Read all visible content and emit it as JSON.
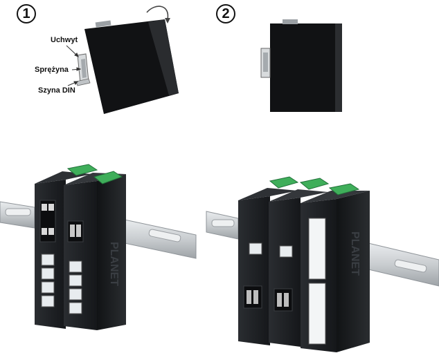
{
  "step1": {
    "number": "1",
    "labels": {
      "bracket": "Uchwyt",
      "spring": "Sprężyna",
      "rail": "Szyna DIN"
    }
  },
  "step2": {
    "number": "2"
  },
  "products": {
    "left_group": {
      "brand": "PLANET",
      "device_count": 2
    },
    "right_group": {
      "brand": "PLANET",
      "device_count": 3
    }
  },
  "colors": {
    "device_body": "#1b1d20",
    "din_rail": "#cfd3d6",
    "terminal_block": "#3fae5a",
    "port": "#e8ecef",
    "arrow": "#444444"
  },
  "icons": [
    "rotate-arrow-icon",
    "pointer-arrow-icon"
  ]
}
